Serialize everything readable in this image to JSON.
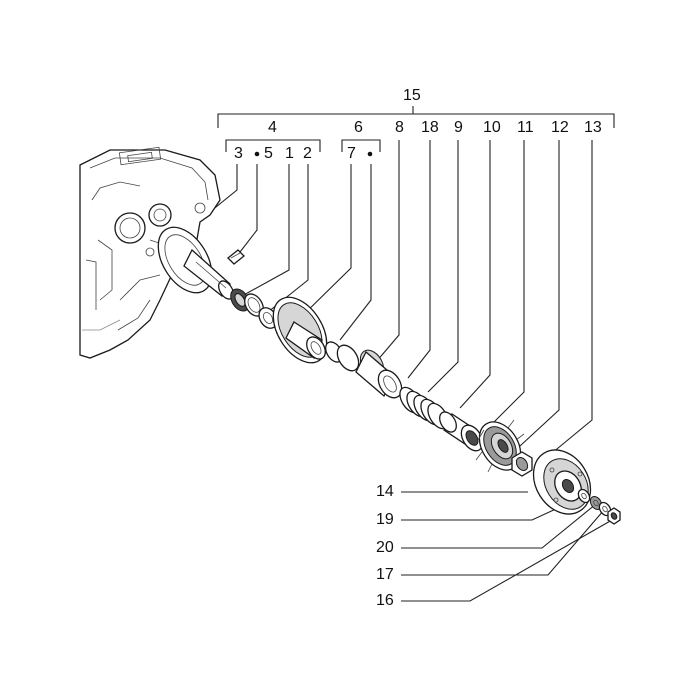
{
  "callouts": {
    "c15": "15",
    "c4": "4",
    "c6": "6",
    "c8": "8",
    "c18": "18",
    "c9": "9",
    "c10": "10",
    "c11": "11",
    "c12": "12",
    "c13": "13",
    "c3": "3",
    "c5": "5",
    "c1": "1",
    "c2": "2",
    "c7": "7",
    "c14": "14",
    "c19": "19",
    "c20": "20",
    "c17": "17",
    "c16": "16"
  }
}
